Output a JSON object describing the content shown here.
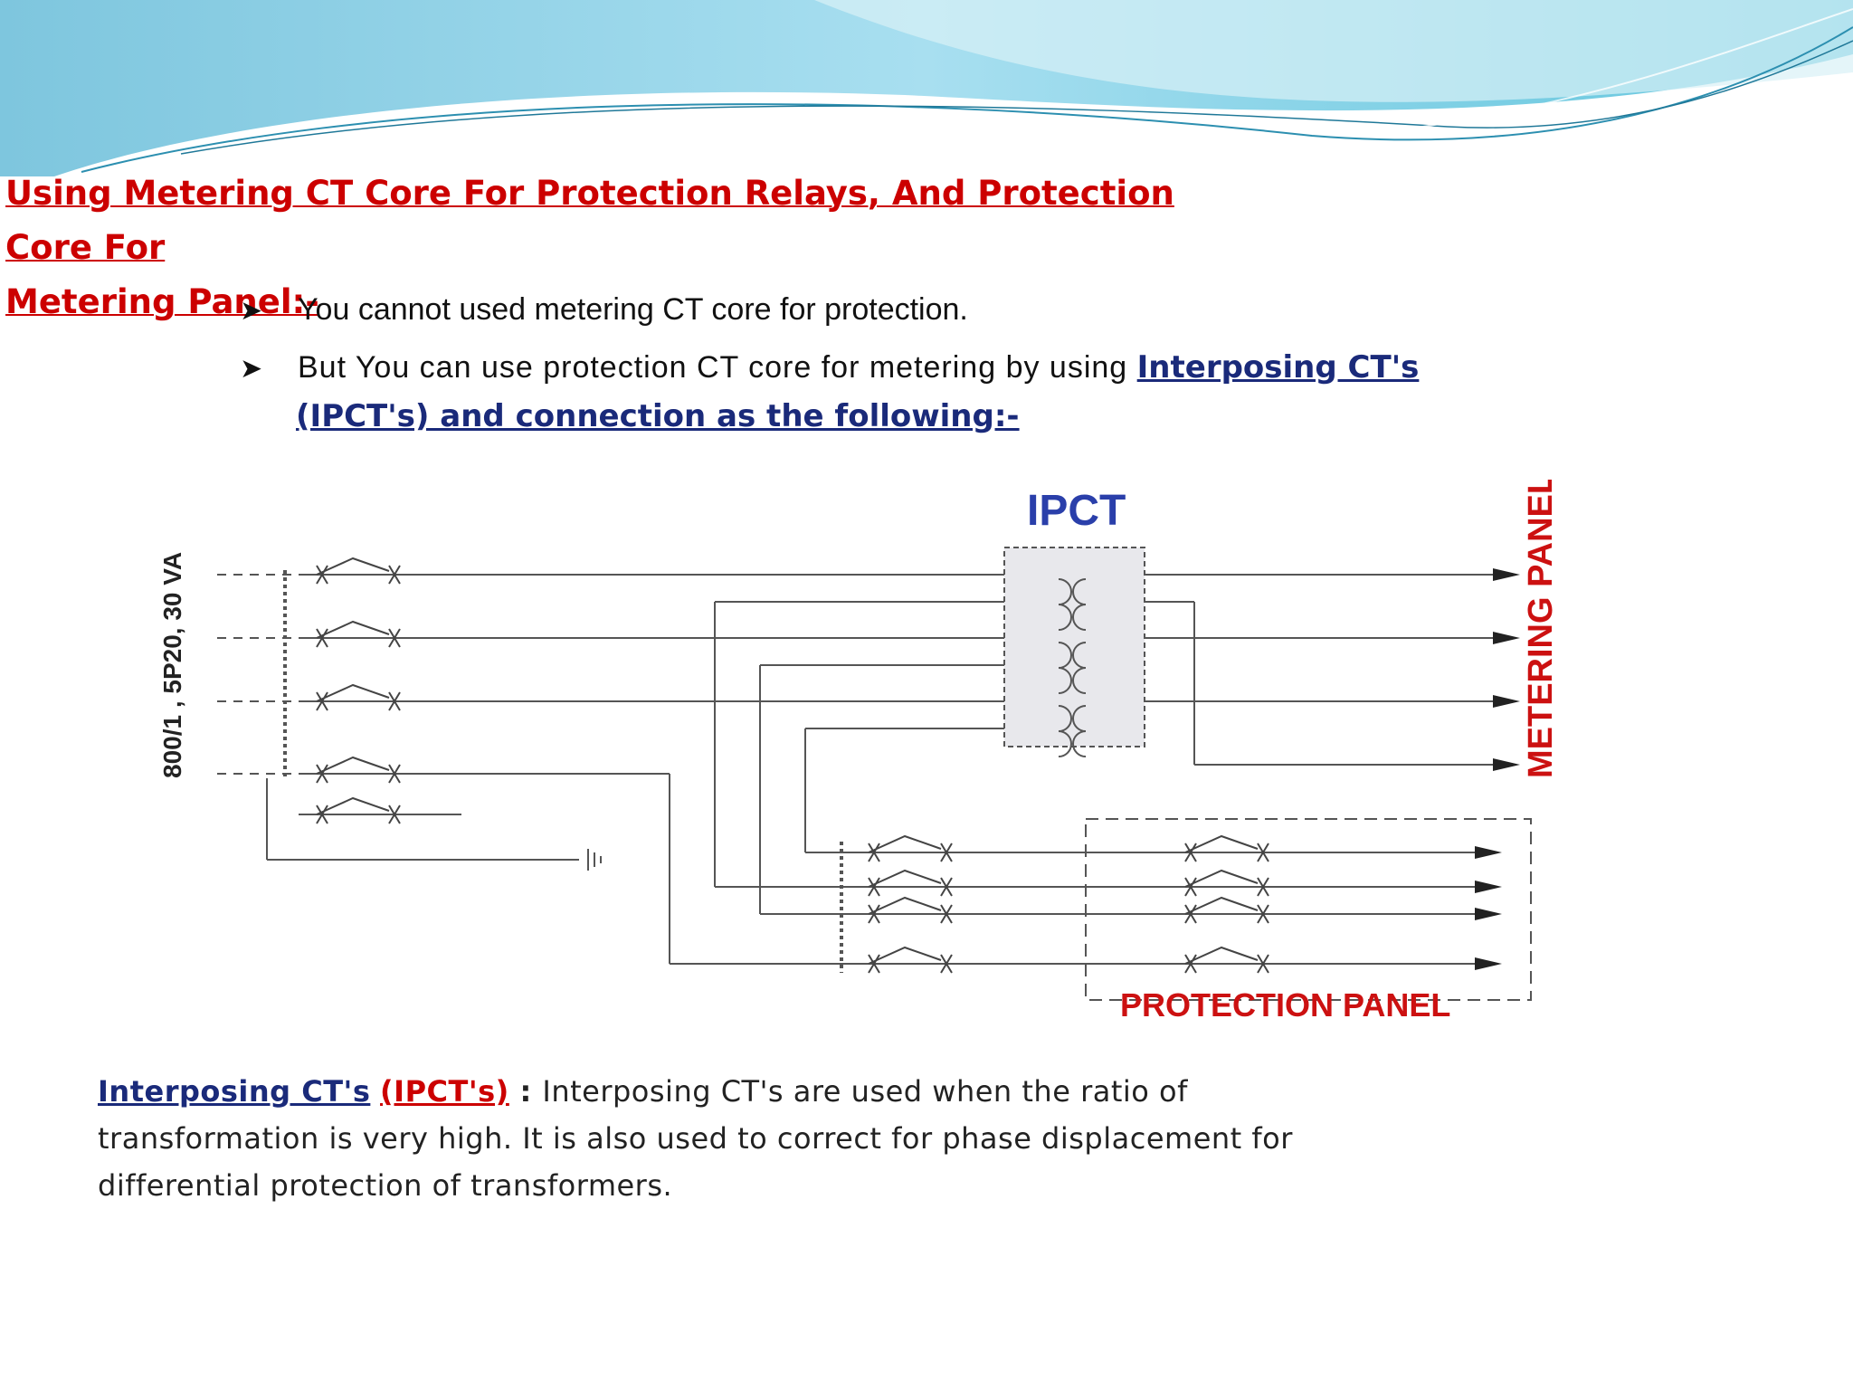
{
  "title": {
    "line1": "Using Metering CT Core For Protection  Relays, And  Protection Core For",
    "line2": "Metering Panel:-"
  },
  "bullets": {
    "b1": "You cannot used metering CT core for protection.",
    "b2_text": "But You can use protection CT core for metering by using ",
    "b2_link1": "Interposing CT's",
    "b2_link2": "(IPCT's) and connection as  the  following:-"
  },
  "diagram": {
    "ipct_label": "IPCT",
    "metering_label": "METERING PANEL",
    "protection_label": "PROTECTION PANEL",
    "ct_rating": "800/1 , 5P20, 30 VA",
    "colors": {
      "blue": "#2a3faa",
      "red": "#cc1111",
      "line": "#555555"
    }
  },
  "footer": {
    "term1": "Interposing CT's",
    "term2": "(IPCT's)",
    "colon": " : ",
    "line1": "Interposing CT's are used when the ratio of",
    "line2": "transformation is very high. It is also used to correct for phase displacement for",
    "line3": "differential protection of transformers."
  }
}
